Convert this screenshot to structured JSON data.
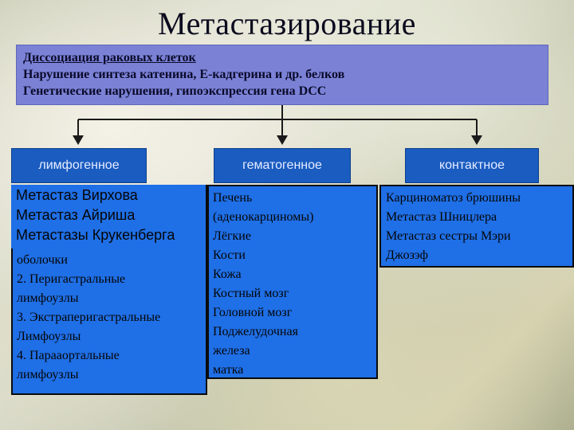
{
  "title": "Метастазирование",
  "header": {
    "line1": "Диссоциация раковых клеток",
    "line2": "Нарушение синтеза катенина, Е-кадгерина и др. белков",
    "line3": "Генетические нарушения, гипоэкспрессия гена DCC"
  },
  "categories": {
    "lymph": "лимфогенное",
    "hemat": "гематогенное",
    "contact": "контактное"
  },
  "lymph_overlay": [
    "Метастаз Вирхова",
    "Метастаз Айриша",
    "Метастазы Крукенберга"
  ],
  "lymph_list": [
    "оболочки",
    "2. Перигастральные",
    "лимфоузлы",
    "3. Экстраперигастральные",
    "Лимфоузлы",
    "4. Парааортальные",
    "лимфоузлы"
  ],
  "hemat_list": [
    "Печень",
    "(аденокарциномы)",
    "Лёгкие",
    "Кости",
    "Кожа",
    "Костный мозг",
    "Головной мозг",
    "Поджелудочная",
    "железа",
    "матка"
  ],
  "contact_list": [
    "Карциноматоз брюшины",
    "Метастаз Шницлера",
    "Метастаз сестры Мэри",
    "Джозэф"
  ],
  "colors": {
    "header_bg": "#7b82d6",
    "category_bg": "#1a5cc0",
    "list_bg": "#1f6fe6",
    "arrow": "#1a1a1a"
  }
}
